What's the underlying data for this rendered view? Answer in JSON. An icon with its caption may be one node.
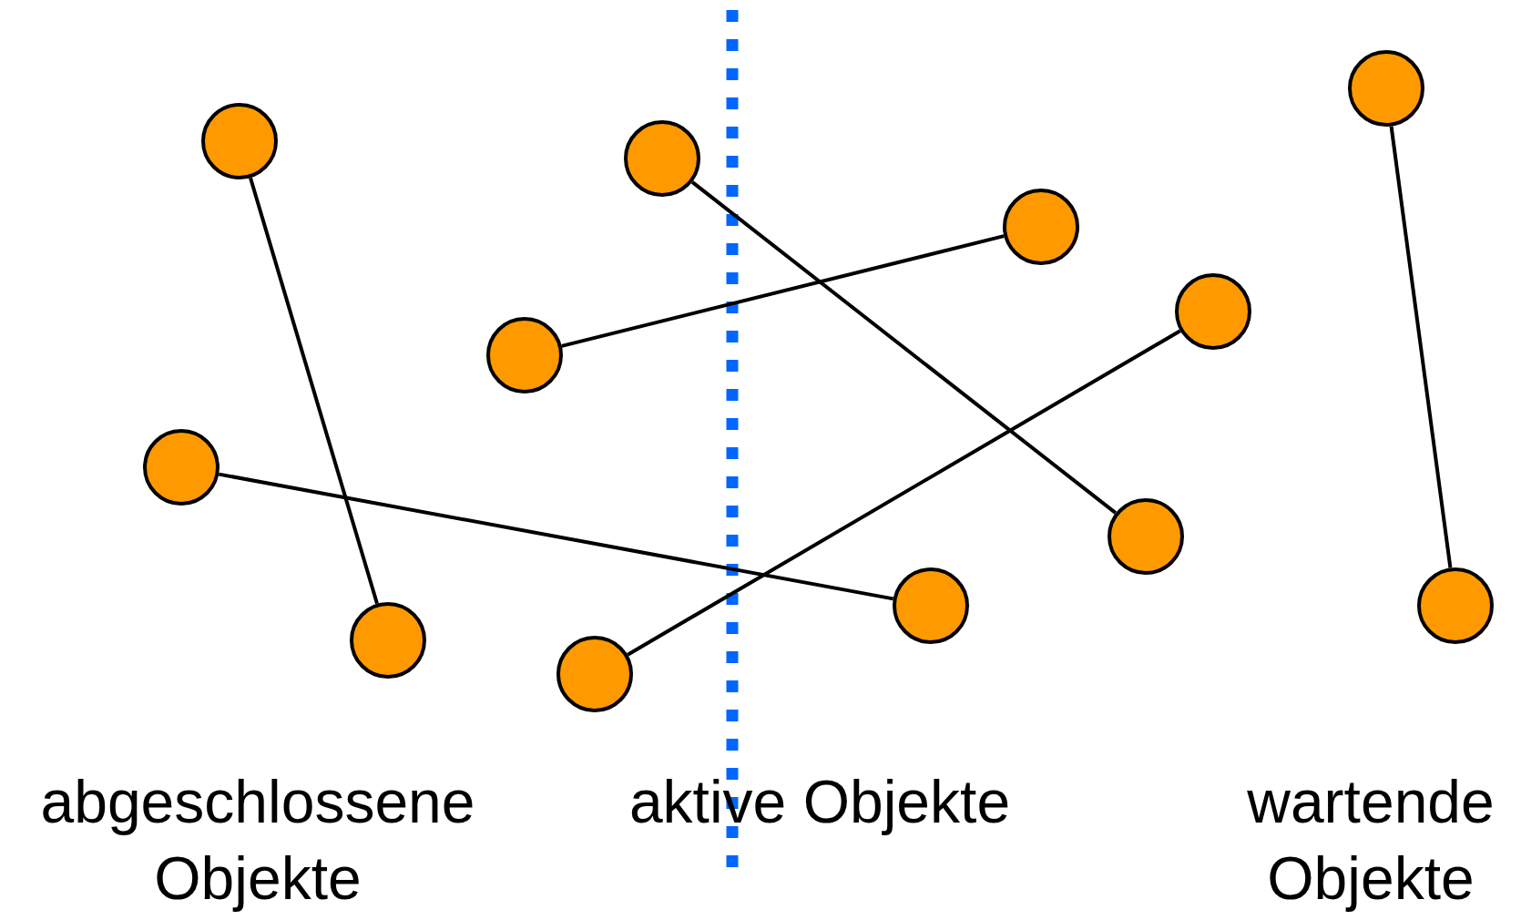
{
  "diagram": {
    "nodes": [
      {
        "text": [],
        "shape": "circle"
      },
      {
        "text": [],
        "shape": "circle"
      },
      {
        "text": [],
        "shape": "circle"
      },
      {
        "text": [],
        "shape": "circle"
      },
      {
        "text": [],
        "shape": "circle"
      },
      {
        "text": [],
        "shape": "circle"
      },
      {
        "text": [],
        "shape": "circle"
      },
      {
        "text": [],
        "shape": "circle"
      },
      {
        "text": [],
        "shape": "circle"
      },
      {
        "text": [],
        "shape": "circle"
      },
      {
        "text": [],
        "shape": "circle"
      },
      {
        "text": [],
        "shape": "circle"
      }
    ],
    "edges": [
      {
        "from": 1,
        "to": 2,
        "arrow": "none"
      },
      {
        "from": 0,
        "to": 6,
        "arrow": "none"
      },
      {
        "from": 5,
        "to": 8,
        "arrow": "none"
      },
      {
        "from": 3,
        "to": 7,
        "arrow": "none"
      },
      {
        "from": 9,
        "to": 4,
        "arrow": "none"
      },
      {
        "from": 10,
        "to": 11,
        "arrow": "none"
      }
    ],
    "labels": [
      "abgeschlossene Objekte",
      "aktive Objekte",
      "wartende Objekte"
    ]
  }
}
